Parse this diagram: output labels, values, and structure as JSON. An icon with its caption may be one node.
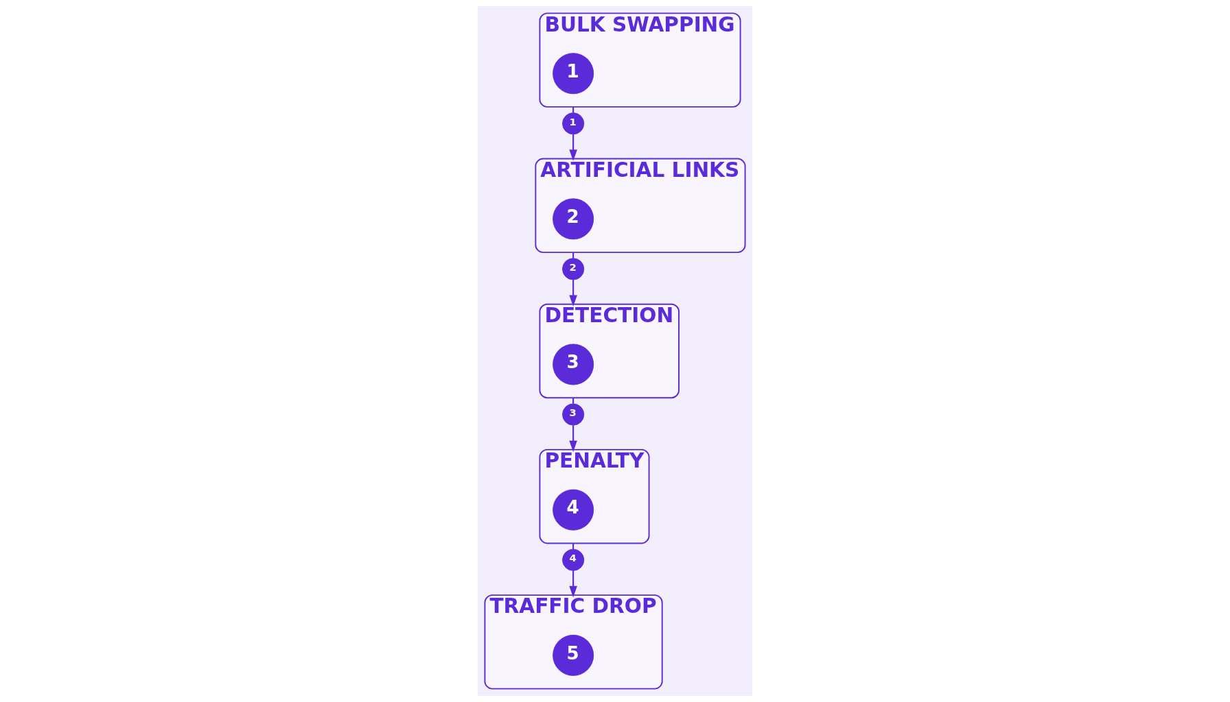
{
  "diagram": {
    "nodes": [
      {
        "text": [
          "BULK SWAPPING"
        ]
      },
      {
        "text": [
          "1"
        ],
        "in": 0
      },
      {
        "text": [
          "1"
        ]
      },
      {
        "text": [
          "ARTIFICIAL LINKS"
        ]
      },
      {
        "text": [
          "2"
        ],
        "in": 3
      },
      {
        "text": [
          "2"
        ]
      },
      {
        "text": [
          "DETECTION"
        ]
      },
      {
        "text": [
          "3"
        ],
        "in": 6
      },
      {
        "text": [
          "3"
        ]
      },
      {
        "text": [
          "PENALTY"
        ]
      },
      {
        "text": [
          "4"
        ],
        "in": 9
      },
      {
        "text": [
          "4"
        ]
      },
      {
        "text": [
          "TRAFFIC DROP"
        ]
      },
      {
        "text": [
          "5"
        ],
        "in": 12
      }
    ],
    "edges": [
      {
        "from": 0,
        "to": 2,
        "arrow": "none"
      },
      {
        "from": 2,
        "to": 3,
        "arrow": "to"
      },
      {
        "from": 3,
        "to": 5,
        "arrow": "none"
      },
      {
        "from": 5,
        "to": 6,
        "arrow": "to"
      },
      {
        "from": 6,
        "to": 8,
        "arrow": "none"
      },
      {
        "from": 8,
        "to": 9,
        "arrow": "to"
      },
      {
        "from": 9,
        "to": 11,
        "arrow": "none"
      },
      {
        "from": 11,
        "to": 12,
        "arrow": "to"
      }
    ]
  }
}
